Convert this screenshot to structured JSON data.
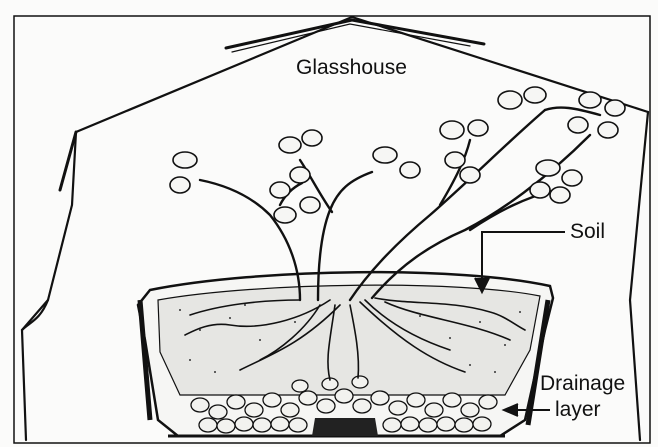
{
  "labels": {
    "glasshouse": "Glasshouse",
    "soil": "Soil",
    "drainage_line1": "Drainage",
    "drainage_line2": "layer"
  },
  "colors": {
    "ink": "#111111",
    "soil_fill": "#e6e6e3",
    "pebble_fill": "#f2f2ef",
    "background": "#fbfbfa"
  }
}
